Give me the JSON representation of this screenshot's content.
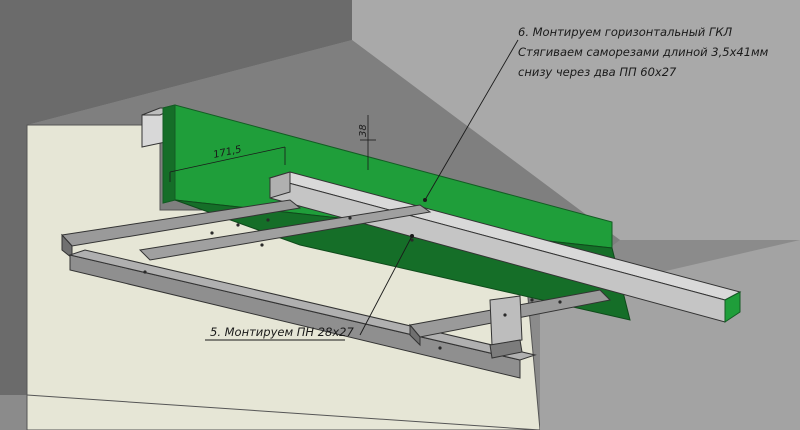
{
  "annotations": {
    "step6_line1": "6. Монтируем горизонтальный ГКЛ",
    "step6_line2": "Стягиваем саморезами длиной 3,5х41мм",
    "step6_line3": "снизу через два ПП 60х27",
    "step5": "5. Монтируем ПН 28х27"
  },
  "dimensions": {
    "width": "171,5",
    "height": "38"
  },
  "colors": {
    "gkl_green": "#1f9e3a",
    "gkl_dark": "#156e28",
    "wall_light": "#e6e6d6",
    "ceiling_gray": "#8b8b8b",
    "profile_gray": "#8f8f8f"
  }
}
